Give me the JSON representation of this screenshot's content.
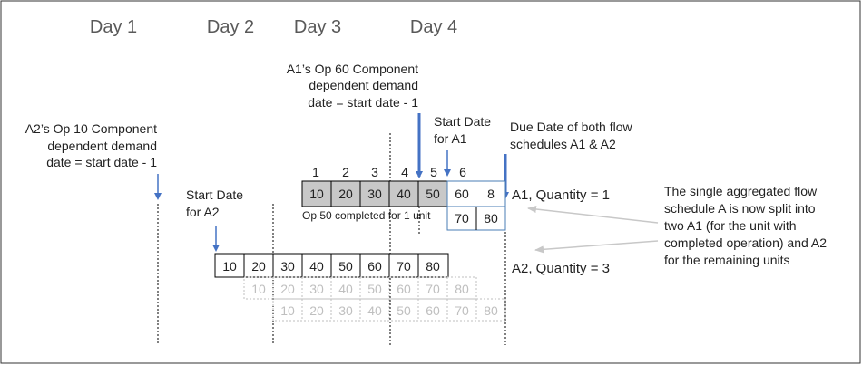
{
  "days": [
    "Day 1",
    "Day 2",
    "Day 3",
    "Day 4"
  ],
  "a1_note": [
    "A1’s Op 60 Component",
    "dependent demand",
    "date =  start date - 1"
  ],
  "a2_note": [
    "A2’s Op 10 Component",
    "dependent demand",
    "date =  start date - 1"
  ],
  "start_a1": [
    "Start Date",
    "for A1"
  ],
  "start_a2": [
    "Start Date",
    "for A2"
  ],
  "due_date": [
    "Due Date of both flow",
    "schedules A1 & A2"
  ],
  "day_numbers": [
    "1",
    "2",
    "3",
    "4",
    "5",
    "6"
  ],
  "a1_ops_row1": [
    "10",
    "20",
    "30",
    "40",
    "50",
    "60",
    "8"
  ],
  "a1_ops_row2": [
    "70",
    "80"
  ],
  "a1_completed_note": "Op 50 completed for 1 unit",
  "a1_label": "A1, Quantity = 1",
  "a2_ops": [
    "10",
    "20",
    "30",
    "40",
    "50",
    "60",
    "70",
    "80"
  ],
  "ghost_row1": [
    "10",
    "20",
    "30",
    "40",
    "50",
    "60",
    "70",
    "80"
  ],
  "ghost_row2": [
    "10",
    "20",
    "30",
    "40",
    "50",
    "60",
    "70",
    "80"
  ],
  "a2_label": "A2, Quantity = 3",
  "split_note": [
    "The single aggregated flow",
    "schedule A is now split into",
    "two A1 (for the unit with",
    "completed operation) and A2",
    "for the remaining units"
  ],
  "colors": {
    "arrow": "#4472c4",
    "completed_fill": "#c8c8c8",
    "a1_border": "#4a7eb5",
    "ghost": "#bfbfbf",
    "day_text": "#595959"
  }
}
